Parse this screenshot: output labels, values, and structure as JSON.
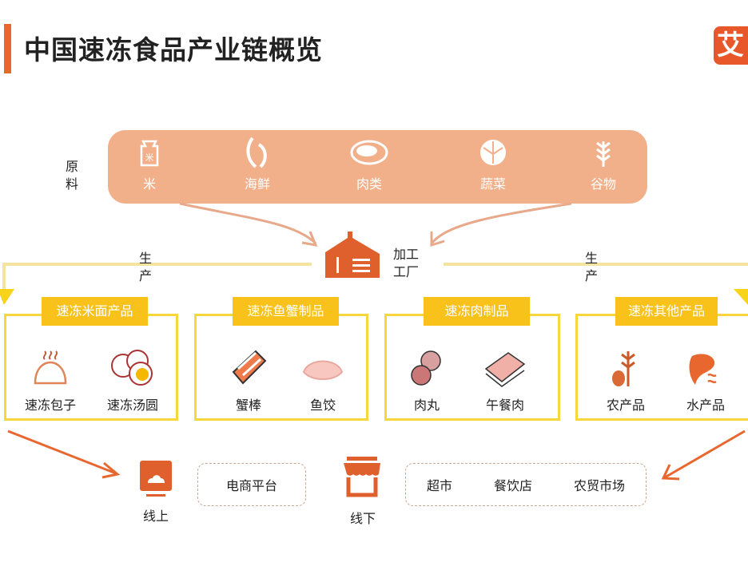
{
  "title": "中国速冻食品产业链概览",
  "logo_text": "艾",
  "raw_materials": {
    "label": [
      "原",
      "料"
    ],
    "items": [
      {
        "label": "米",
        "icon": "rice-bag-icon"
      },
      {
        "label": "海鲜",
        "icon": "fish-icon"
      },
      {
        "label": "肉类",
        "icon": "steak-icon"
      },
      {
        "label": "蔬菜",
        "icon": "cabbage-icon"
      },
      {
        "label": "谷物",
        "icon": "wheat-icon"
      }
    ]
  },
  "factory": {
    "label_lines": [
      "加工",
      "工厂"
    ]
  },
  "production_label": [
    "生",
    "产"
  ],
  "categories": [
    {
      "title": "速冻米面产品",
      "products": [
        "速冻包子",
        "速冻汤圆"
      ]
    },
    {
      "title": "速冻鱼蟹制品",
      "products": [
        "蟹棒",
        "鱼饺"
      ]
    },
    {
      "title": "速冻肉制品",
      "products": [
        "肉丸",
        "午餐肉"
      ]
    },
    {
      "title": "速冻其他产品",
      "products": [
        "农产品",
        "水产品"
      ]
    }
  ],
  "channels": {
    "online": {
      "label": "线上",
      "outlets": [
        "电商平台"
      ]
    },
    "offline": {
      "label": "线下",
      "outlets": [
        "超市",
        "餐饮店",
        "农贸市场"
      ]
    }
  },
  "colors": {
    "accent": "#e8672f",
    "raw_box": "#f2b08a",
    "yellow": "#f9c21a",
    "border_yellow": "#f7d63e"
  }
}
